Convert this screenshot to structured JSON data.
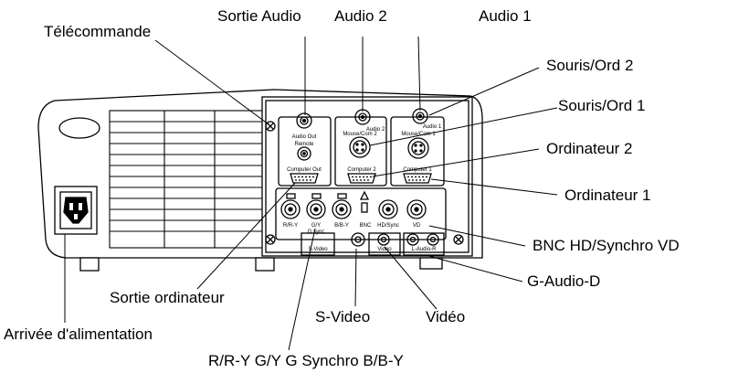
{
  "labels": {
    "telecommande": "Télécommande",
    "sortie_audio": "Sortie Audio",
    "audio2": "Audio 2",
    "audio1": "Audio 1",
    "souris_ord2": "Souris/Ord 2",
    "souris_ord1": "Souris/Ord 1",
    "ordinateur2": "Ordinateur 2",
    "ordinateur1": "Ordinateur 1",
    "bnc": "BNC HD/Synchro VD",
    "g_audio_d": "G-Audio-D",
    "sortie_ordinateur": "Sortie ordinateur",
    "s_video": "S-Video",
    "video": "Vidéo",
    "arrivee": "Arrivée d'alimentation",
    "rgb": "R/R-Y G/Y G Synchro B/B-Y"
  },
  "panel_text": {
    "audio_out": "Audio Out",
    "remote": "Remote",
    "computer_out": "Computer Out",
    "audio2": "Audio 2",
    "mouse_com2": "Mouse/Com 2",
    "computer2": "Computer 2",
    "audio1": "Audio 1",
    "mouse_com1": "Mouse/Com 1",
    "computer1": "Computer 1",
    "r_ry": "R/R-Y",
    "g_y": "G/Y",
    "b_by": "B/B-Y",
    "bnc": "BNC",
    "hd_sync": "HD/Sync",
    "vd": "VD",
    "g_sync": "G sync",
    "s_video": "S-Video",
    "video": "Video",
    "l_audio_r": "L-Audio-R"
  }
}
